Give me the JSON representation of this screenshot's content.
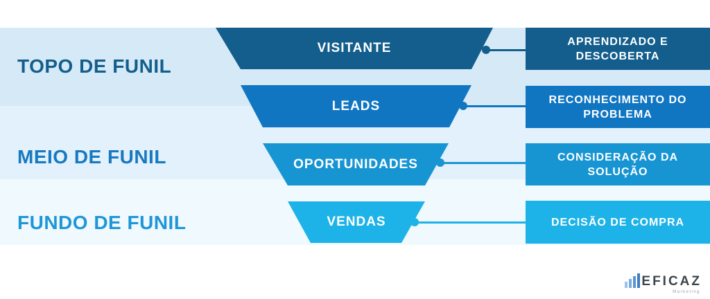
{
  "background": {
    "bands": [
      {
        "name": "topo-band",
        "color": "#D6E9F7"
      },
      {
        "name": "meio-band",
        "color": "#E2F1FB"
      },
      {
        "name": "fundo-band",
        "color": "#F0F9FD"
      }
    ]
  },
  "funnel": {
    "left_labels": [
      {
        "text": "TOPO DE FUNIL",
        "color": "#135E8C"
      },
      {
        "text": "MEIO DE FUNIL",
        "color": "#1779C1"
      },
      {
        "text": "FUNDO DE FUNIL",
        "color": "#1E96D8"
      }
    ],
    "stages": [
      {
        "label": "VISITANTE",
        "description": "APRENDIZADO E DESCOBERTA",
        "color": "#135E8C"
      },
      {
        "label": "LEADS",
        "description": "RECONHECIMENTO DO PROBLEMA",
        "color": "#1076C2"
      },
      {
        "label": "OPORTUNIDADES",
        "description": "CONSIDERAÇÃO DA SOLUÇÃO",
        "color": "#1795D3"
      },
      {
        "label": "VENDAS",
        "description": "DECISÃO DE COMPRA",
        "color": "#1DB3E8"
      }
    ]
  },
  "logo": {
    "brand": "EFICAZ",
    "tagline": "Marketing",
    "text_color": "#3D444C",
    "bar_colors": [
      "#9BC1E9",
      "#7AABDE",
      "#5A93D1",
      "#3C7CC4"
    ]
  }
}
